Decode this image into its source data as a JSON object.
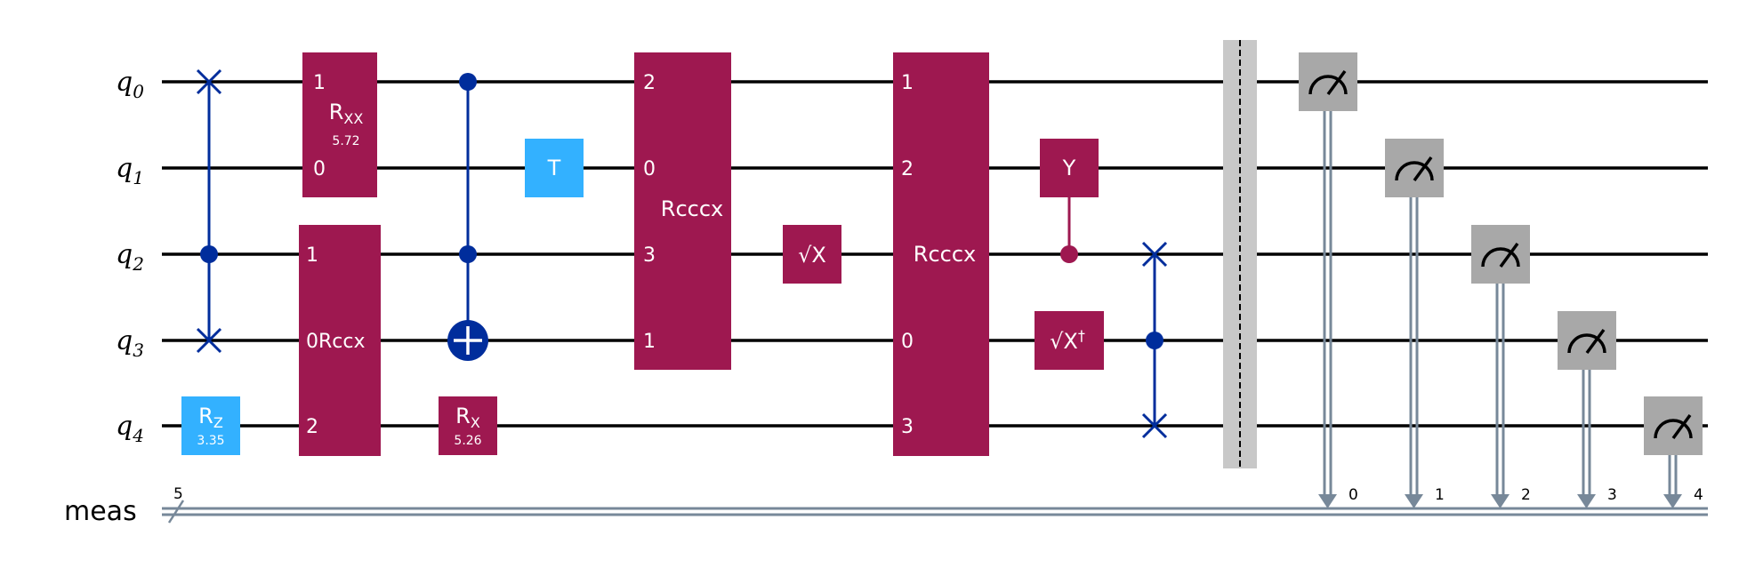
{
  "qubits": [
    {
      "name": "q",
      "index": "0"
    },
    {
      "name": "q",
      "index": "1"
    },
    {
      "name": "q",
      "index": "2"
    },
    {
      "name": "q",
      "index": "3"
    },
    {
      "name": "q",
      "index": "4"
    }
  ],
  "classical": {
    "name": "meas",
    "size": "5",
    "bits": [
      "0",
      "1",
      "2",
      "3",
      "4"
    ]
  },
  "colors": {
    "multi_gate": "#9e1850",
    "single_gate": "#33b1ff",
    "control": "#002d9c",
    "measure_box": "#a8a8a8",
    "barrier": "#c8c8c8",
    "classical_wire": "#778899"
  },
  "gates": {
    "rz": {
      "label": "R",
      "sub": "Z",
      "param": "3.35"
    },
    "rxx": {
      "label": "R",
      "sub": "XX",
      "param": "5.72",
      "port_top": "1",
      "port_bottom": "0"
    },
    "rccx": {
      "label": "Rccx",
      "port_q2": "1",
      "port_q3": "0",
      "port_q4": "2"
    },
    "rx": {
      "label": "R",
      "sub": "X",
      "param": "5.26"
    },
    "t": {
      "label": "T"
    },
    "rcccx1": {
      "label": "Rcccx",
      "ports": [
        "2",
        "0",
        "3",
        "1"
      ]
    },
    "sx": {
      "label": "√X"
    },
    "rcccx2": {
      "label": "Rcccx",
      "ports": [
        "1",
        "2",
        "0",
        "3"
      ]
    },
    "y": {
      "label": "Y"
    },
    "sxdg": {
      "label": "√X",
      "dagger": "†"
    }
  }
}
